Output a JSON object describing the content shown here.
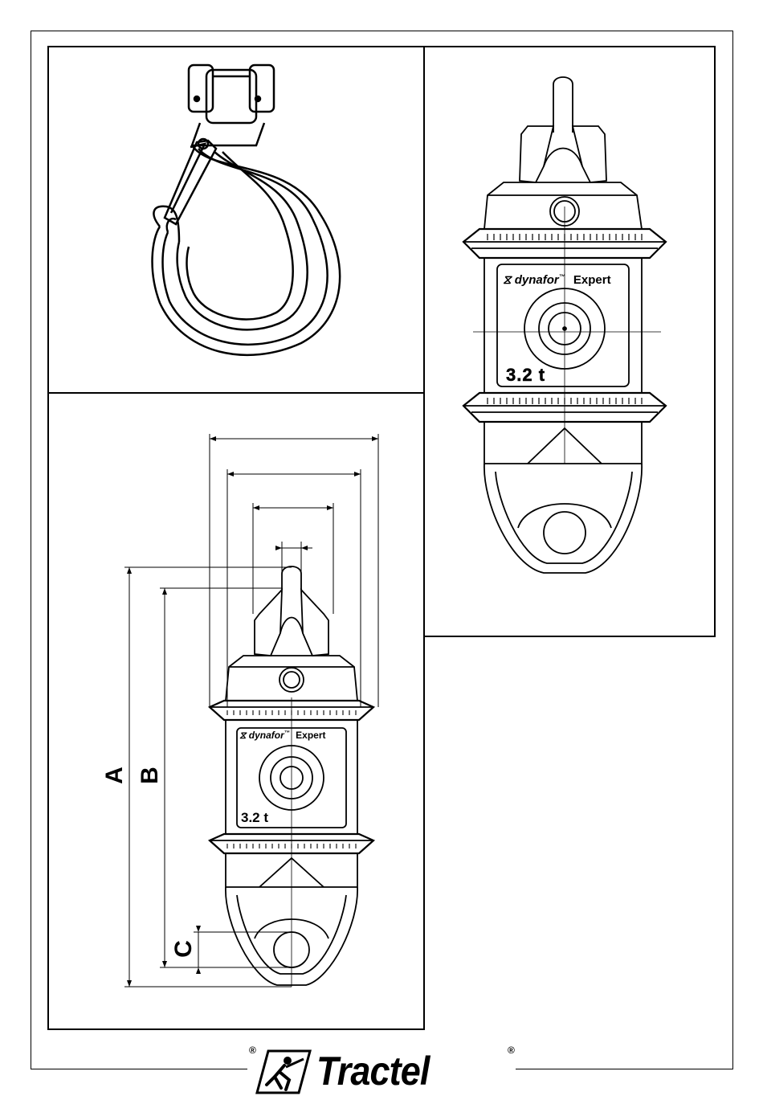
{
  "panels": {
    "hook": {},
    "front_view": {
      "brand_label": "dynafor",
      "tm": "™",
      "model_label": "Expert",
      "capacity_label": "3.2 t"
    },
    "dimension_view": {
      "brand_label": "dynafor",
      "tm": "™",
      "model_label": "Expert",
      "capacity_label": "3.2 t",
      "dimensions": [
        "A",
        "B",
        "C"
      ]
    }
  },
  "footer": {
    "brand": "Tractel",
    "reg_mark": "®"
  }
}
